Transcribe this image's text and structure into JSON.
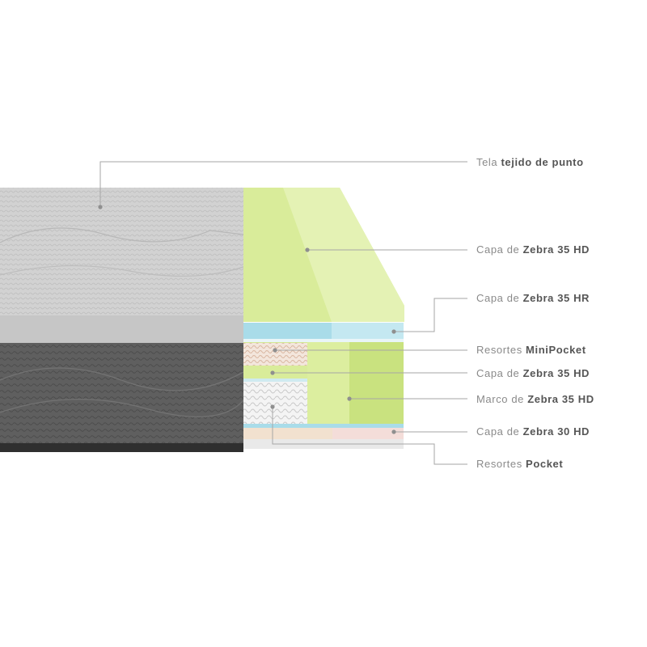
{
  "labels": [
    {
      "id": "tela",
      "prefix": "Tela",
      "bold": "tejido de punto"
    },
    {
      "id": "capa1",
      "prefix": "Capa de",
      "bold": "Zebra 35 HD"
    },
    {
      "id": "capa2",
      "prefix": "Capa de",
      "bold": "Zebra 35 HR"
    },
    {
      "id": "resortes-mini",
      "prefix": "Resortes",
      "bold": "MiniPocket"
    },
    {
      "id": "capa3",
      "prefix": "Capa de",
      "bold": "Zebra 35 HD"
    },
    {
      "id": "marco",
      "prefix": "Marco de",
      "bold": "Zebra 35 HD"
    },
    {
      "id": "capa4",
      "prefix": "Capa de",
      "bold": "Zebra 30 HD"
    },
    {
      "id": "resortes-pocket",
      "prefix": "Resortes",
      "bold": "Pocket"
    }
  ],
  "colors": {
    "foam_green": "#d9ec9a",
    "foam_green_dark": "#c4e07a",
    "hr_blue": "#a9dce9",
    "fabric_top": "#cfcfcf",
    "fabric_side": "#5e5e5e",
    "leader_line": "#a6a6a6"
  }
}
